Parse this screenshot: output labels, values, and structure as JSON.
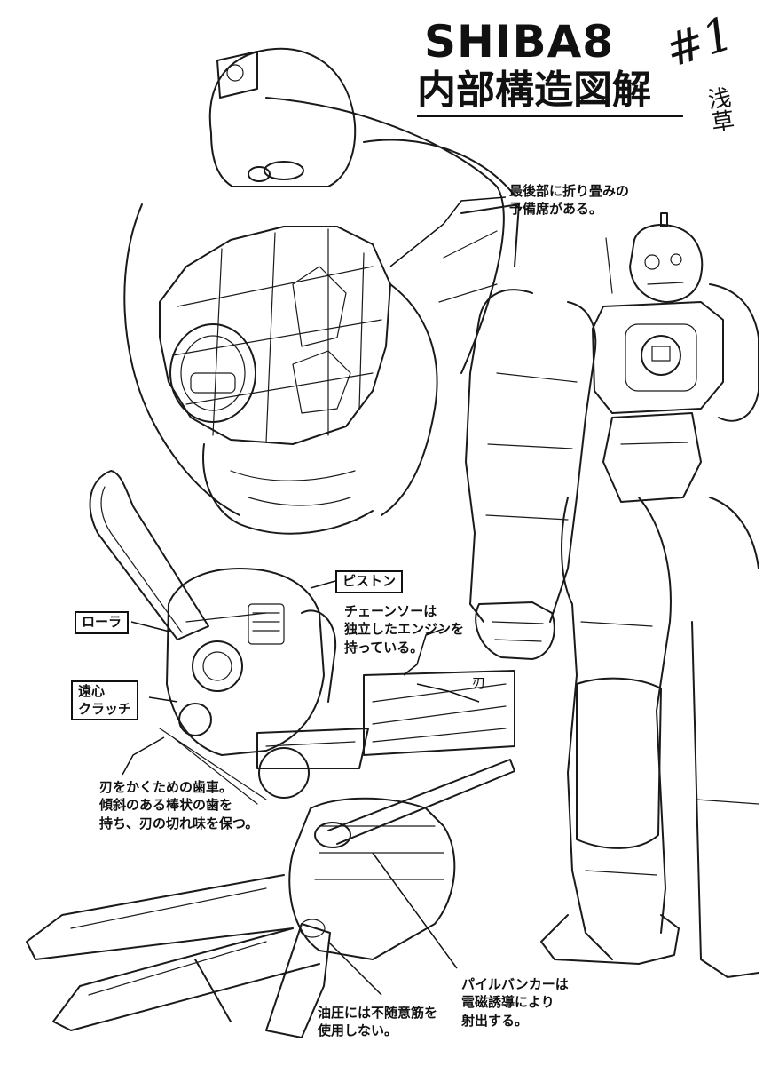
{
  "header": {
    "title_line1": "SHIBA8",
    "title_line2": "内部構造図解",
    "episode": "#1",
    "signature": "浅草"
  },
  "notes": {
    "rear_seat": "最後部に折り畳みの\n予備席がある。",
    "chainsaw_engine": "チェーンソーは\n独立したエンジンを\n持っている。",
    "sharpening_gear": "刃をかくための歯車。\n傾斜のある棒状の歯を\n持ち、刃の切れ味を保つ。",
    "pile_bunker": "パイルバンカーは\n電磁誘導により\n射出する。",
    "hydraulics": "油圧には不随意筋を\n使用しない。",
    "blade": "刃"
  },
  "labels": {
    "piston": "ピストン",
    "roller": "ローラ",
    "clutch": "遠心\nクラッチ"
  }
}
